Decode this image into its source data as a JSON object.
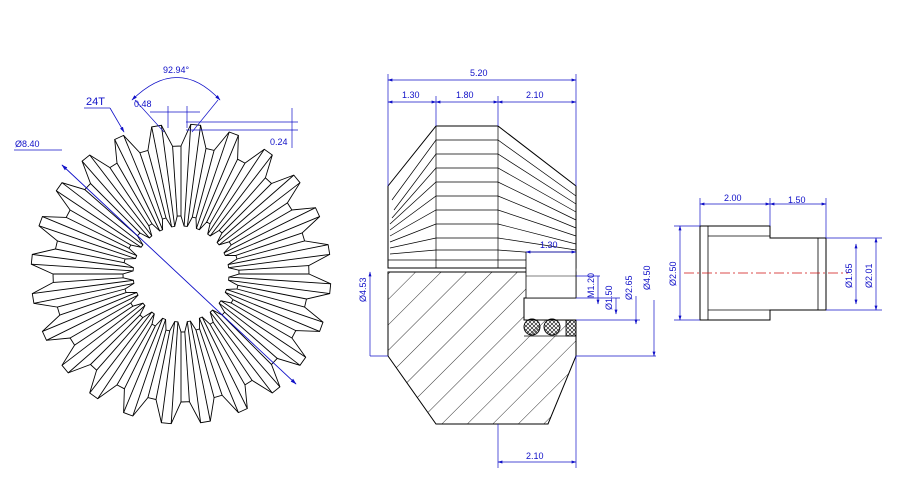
{
  "colors": {
    "outline": "#000000",
    "dimension": "#1010c8",
    "centerline": "#d01010",
    "background": "#ffffff"
  },
  "gear": {
    "teeth_label": "24T",
    "outer_diameter": "Ø8.40",
    "cone_angle": "92.94°",
    "tooth_width": "0.48",
    "tooth_height": "0.24",
    "teeth_count": 24
  },
  "section": {
    "total_length": "5.20",
    "seg_left": "1.30",
    "seg_mid": "1.80",
    "seg_right": "2.10",
    "bore_depth": "1.30",
    "dia_453": "Ø4.53",
    "thread": "M1.20",
    "dia_150": "Ø1.50",
    "dia_265": "Ø2.65",
    "dia_450": "Ø4.50",
    "bottom_len": "2.10"
  },
  "sleeve": {
    "len_left": "2.00",
    "len_right": "1.50",
    "dia_250": "Ø2.50",
    "dia_165": "Ø1.65",
    "dia_201": "Ø2.01"
  }
}
